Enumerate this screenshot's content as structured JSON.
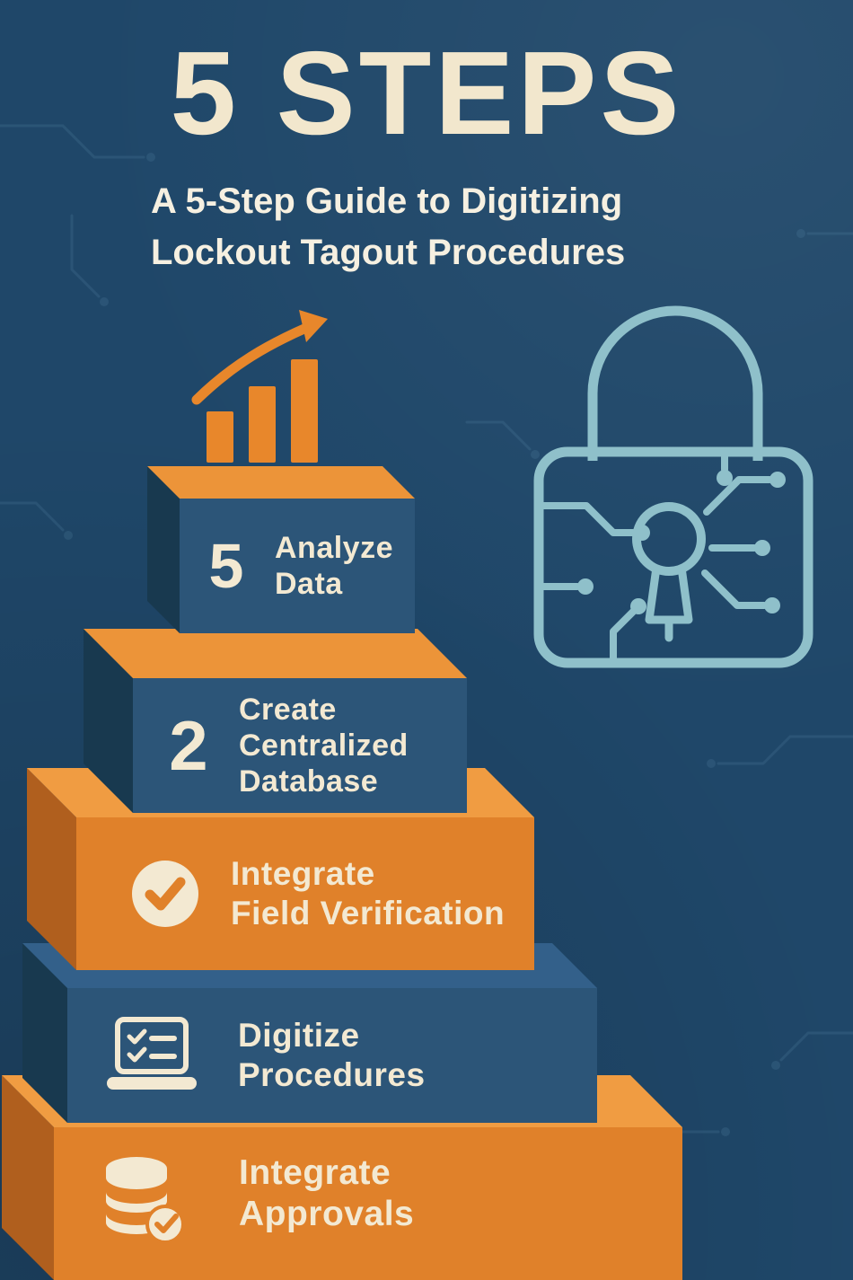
{
  "header": {
    "title": "5 STEPS",
    "subtitle_lines": [
      "A 5-Step Guide to Digitizing",
      "Lockout Tagout Procedures"
    ]
  },
  "steps": [
    {
      "number": "5",
      "lines": [
        "Analyze",
        "Data"
      ]
    },
    {
      "number": "2",
      "lines": [
        "Create",
        "Centralized",
        "Database"
      ]
    },
    {
      "icon": "check-circle",
      "lines": [
        "Integrate",
        "Field Verification"
      ]
    },
    {
      "icon": "laptop-checklist",
      "lines": [
        "Digitize",
        "Procedures"
      ]
    },
    {
      "icon": "database-check",
      "lines": [
        "Integrate",
        "Approvals"
      ]
    }
  ],
  "decorations": {
    "top_icon": "growth-bar-chart-with-arrow",
    "right_icon": "circuit-board-padlock",
    "background_pattern": "circuit-traces"
  },
  "palette": {
    "background": "#1F4769",
    "cream": "#F3E9D2",
    "orange": "#E0812A",
    "orange_light": "#F09C42",
    "orange_dark": "#B05F1E",
    "navy_front": "#2C5578",
    "navy_dark": "#18394F",
    "teal": "#8FC0CA"
  }
}
